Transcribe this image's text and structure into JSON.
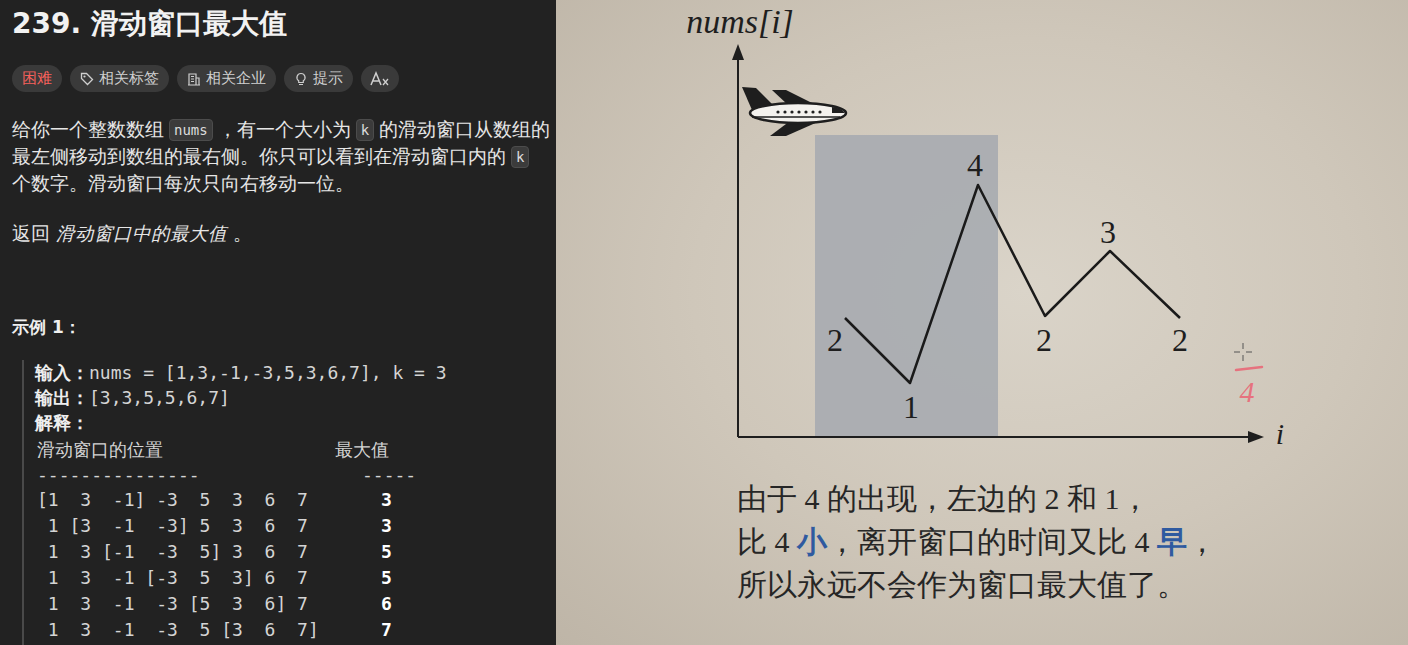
{
  "diagram": {
    "title": "239. 滑动窗口最大值",
    "nodes": [
      {
        "text": [
          "困难"
        ]
      },
      {
        "text": [
          "相关标签"
        ]
      },
      {
        "text": [
          "相关企业"
        ]
      },
      {
        "text": [
          "提示"
        ]
      },
      {
        "text": [
          "nums"
        ]
      },
      {
        "text": [
          "k"
        ]
      },
      {
        "text": [
          "k"
        ]
      }
    ],
    "labels": [
      "给你一个整数数组",
      "，有一个大小为",
      "的滑动窗口从数组的最左侧移动到数组的最右侧。你只可以看到在滑动窗口内的",
      "个数字。滑动窗口每次只向右移动一位。",
      "返回",
      "滑动窗口中的最大值",
      "。",
      "示例 1：",
      "输入：",
      "nums = [1,3,-1,-3,5,3,6,7], k = 3",
      "输出：",
      "[3,3,5,5,6,7]",
      "解释：",
      "滑动窗口的位置",
      "最大值",
      "---------------",
      "-----",
      "[1  3  -1] -3  5  3  6  7",
      "3",
      " 1 [3  -1  -3] 5  3  6  7",
      "3",
      " 1  3 [-1  -3  5] 3  6  7",
      "5",
      " 1  3  -1 [-3  5  3] 6  7",
      "5",
      " 1  3  -1  -3 [5  3  6] 7",
      "6",
      " 1  3  -1  -3  5 [3  6  7]",
      "7",
      "nums[i]",
      "i",
      "2",
      "1",
      "4",
      "2",
      "3",
      "2",
      "4",
      "由于 4 的出现，左边的 2 和 1，",
      "比 4 ",
      "小",
      "，离开窗口的时间又比 4 ",
      "早",
      "，",
      "所以永远不会作为窗口最大值了。"
    ]
  }
}
